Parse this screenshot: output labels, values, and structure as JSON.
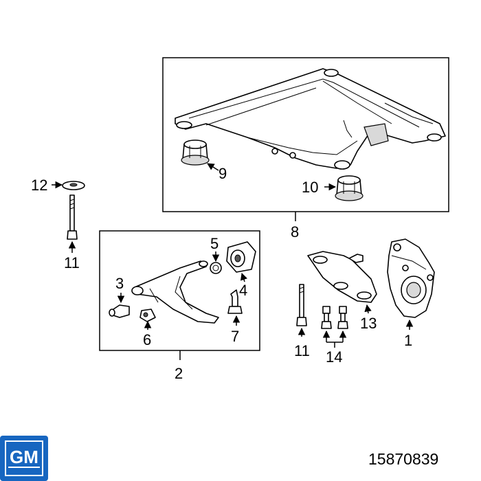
{
  "callouts": {
    "c1": "1",
    "c2": "2",
    "c3": "3",
    "c4": "4",
    "c5": "5",
    "c6": "6",
    "c7": "7",
    "c8": "8",
    "c9": "9",
    "c10": "10",
    "c11a": "11",
    "c11b": "11",
    "c12": "12",
    "c13": "13",
    "c14": "14"
  },
  "brand": {
    "logo_text": "GM",
    "logo_color": "#1766c0"
  },
  "part_number": "15870839"
}
